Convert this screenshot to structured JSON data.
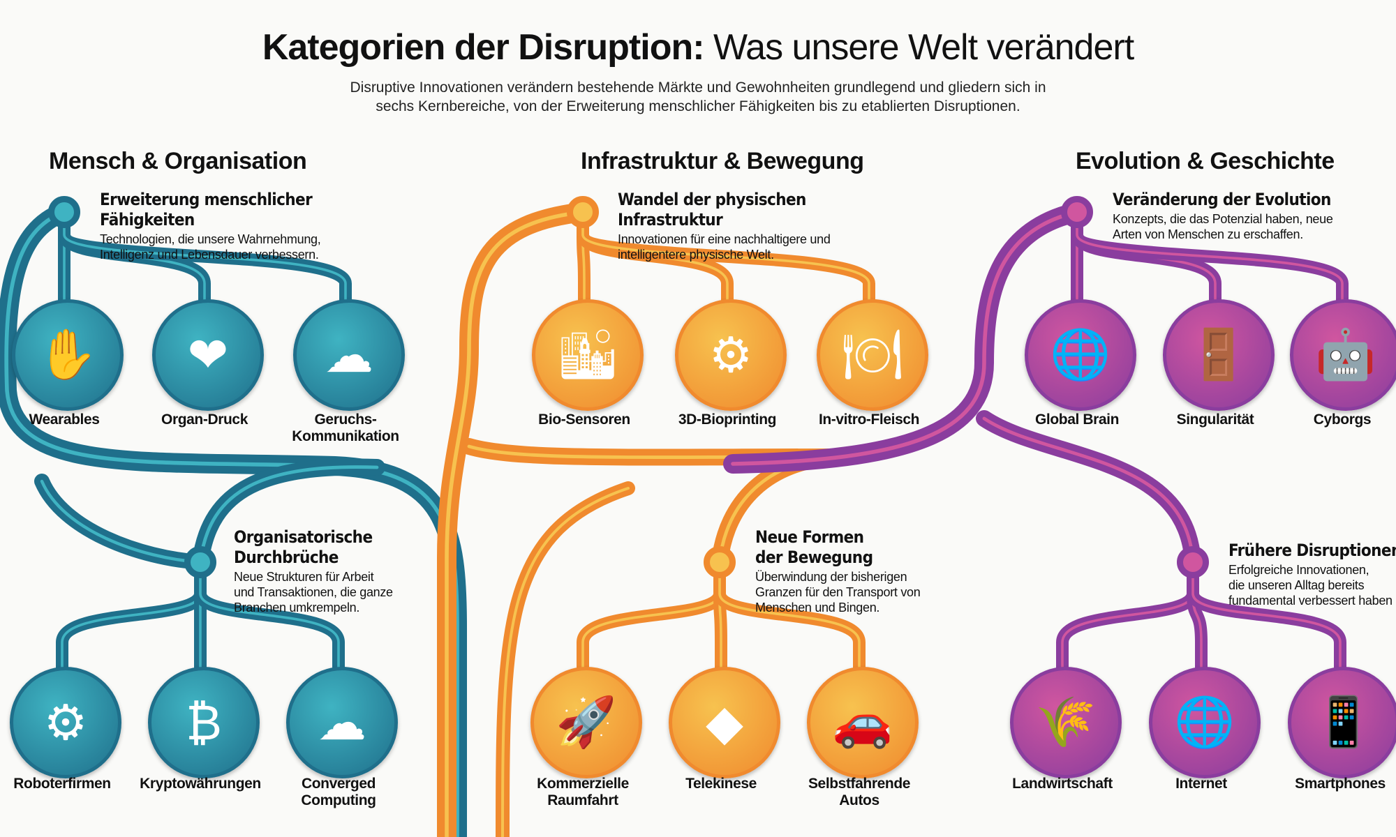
{
  "title": {
    "bold": "Kategorien der Disruption:",
    "regular": "Was unsere Welt verändert"
  },
  "subtitle": [
    "Disruptive Innovationen verändern bestehende Märkte und Gewohnheiten grundlegend und gliedern sich in",
    "sechs Kernbereiche, von der Erweiterung menschlicher Fähigkeiten bis zu etablierten Disruptionen."
  ],
  "colors": {
    "teal": "#1f6f8b",
    "teal_light": "#3fb3c2",
    "orange": "#f08a2e",
    "orange_light": "#f7c24f",
    "purple": "#8a3d9e",
    "purple_light": "#d0569f"
  },
  "sections": [
    {
      "title": "Mensch & Organisation"
    },
    {
      "title": "Infrastruktur & Bewegung"
    },
    {
      "title": "Evolution & Geschichte"
    }
  ],
  "groups": [
    {
      "title": "Erweiterung menschlicher Fähigkeiten",
      "desc": "Technologien, die unsere Wahrnehmung,\nIntelligenz und Lebensdauer verbessern.",
      "items": [
        {
          "label": "Wearables",
          "icon": "robotic-hand-icon"
        },
        {
          "label": "Organ-Druck",
          "icon": "printed-heart-icon"
        },
        {
          "label": "Geruchs-\nKommunikation",
          "icon": "cloud-nose-icon"
        }
      ]
    },
    {
      "title": "Wandel der physischen Infrastruktur",
      "desc": "Innovationen für eine nachhaltigere und\nintelligentere physische Welt.",
      "items": [
        {
          "label": "Bio-Sensoren",
          "icon": "green-city-icon"
        },
        {
          "label": "3D-Bioprinting",
          "icon": "robot-arm-icon"
        },
        {
          "label": "In-vitro-Fleisch",
          "icon": "steak-plate-icon"
        }
      ]
    },
    {
      "title": "Veränderung der Evolution",
      "desc": "Konzepts, die das Potenzial haben, neue\nArten von Menschen zu erschaffen.",
      "items": [
        {
          "label": "Global Brain",
          "icon": "globe-network-icon"
        },
        {
          "label": "Singularität",
          "icon": "portal-figure-icon"
        },
        {
          "label": "Cyborgs",
          "icon": "cyborg-face-icon"
        }
      ]
    },
    {
      "title": "Organisatorische\nDurchbrüche",
      "desc": "Neue Strukturen für Arbeit\nund Transaktionen, die ganze\nBranchen umkrempeln.",
      "items": [
        {
          "label": "Roboterfirmen",
          "icon": "robots-gears-icon"
        },
        {
          "label": "Kryptowährungen",
          "icon": "bitcoin-stack-icon"
        },
        {
          "label": "Converged\nComputing",
          "icon": "cloud-devices-icon"
        }
      ]
    },
    {
      "title": "Neue Formen\nder Bewegung",
      "desc": "Überwindung der bisherigen\nGranzen für den Transport von\nMenschen und Bingen.",
      "items": [
        {
          "label": "Kommerzielle\nRaumfahrt",
          "icon": "rocket-icon"
        },
        {
          "label": "Telekinese",
          "icon": "person-cube-icon"
        },
        {
          "label": "Selbstfahrende\nAutos",
          "icon": "car-icon"
        }
      ]
    },
    {
      "title": "Frühere Disruptionen",
      "desc": "Erfolgreiche Innovationen,\ndie unseren Alltag bereits\nfundamental verbessert haben",
      "items": [
        {
          "label": "Landwirtschaft",
          "icon": "farmer-wheat-icon"
        },
        {
          "label": "Internet",
          "icon": "globe-icon"
        },
        {
          "label": "Smartphones",
          "icon": "smartphone-icon"
        }
      ]
    }
  ]
}
